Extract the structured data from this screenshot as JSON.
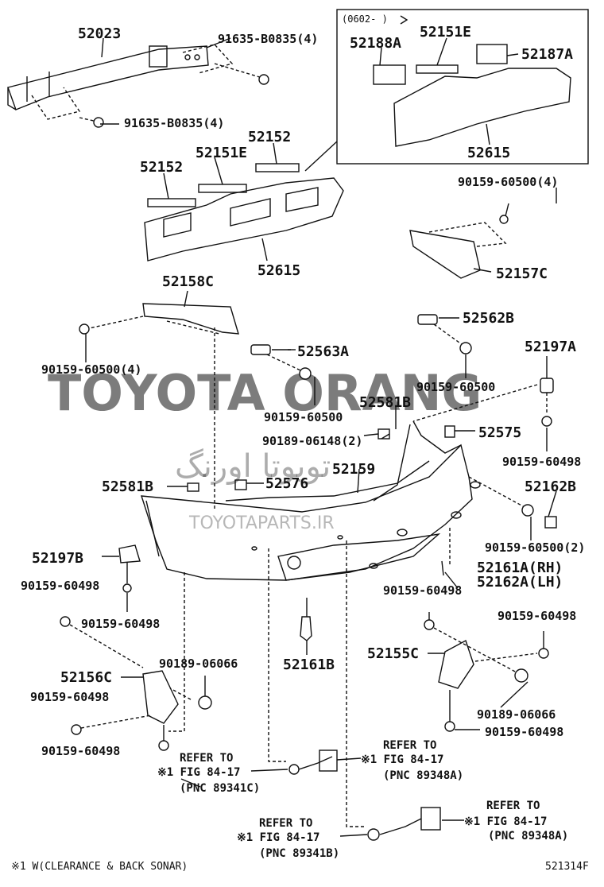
{
  "watermark": {
    "main": "TOYOTA ORANG",
    "arabic": "تویوتا اورنگ",
    "site": "TOYOTAPARTS.IR",
    "color": "#e8575a"
  },
  "inset": {
    "date_range": "(0602-   )"
  },
  "parts": {
    "p52023": "52023",
    "p91635_top": "91635-B0835(4)",
    "p91635_bot": "91635-B0835(4)",
    "p52188a": "52188A",
    "p52151e_inset": "52151E",
    "p52187a": "52187A",
    "p52615_inset": "52615",
    "p52152_a": "52152",
    "p52151e": "52151E",
    "p52152_b": "52152",
    "p52615": "52615",
    "p90159_60500_4a": "90159-60500(4)",
    "p52157c": "52157C",
    "p52158c": "52158C",
    "p90159_60500_4b": "90159-60500(4)",
    "p52563a": "52563A",
    "p52562b": "52562B",
    "p52197a": "52197A",
    "p90159_60500_a": "90159-60500",
    "p90159_60500_b": "90159-60500",
    "p52581b_a": "52581B",
    "p90189_06148": "90189-06148(2)",
    "p52575": "52575",
    "p52159": "52159",
    "p90159_60498_a": "90159-60498",
    "p52581b_b": "52581B",
    "p52576": "52576",
    "p52162b": "52162B",
    "p90159_60500_2": "90159-60500(2)",
    "p52197b": "52197B",
    "p52161a": "52161A(RH)",
    "p52162a": "52162A(LH)",
    "p90159_60498_b": "90159-60498",
    "p90159_60498_c": "90159-60498",
    "p90159_60498_d": "90159-60498",
    "p90159_60498_e": "90159-60498",
    "p52161b": "52161B",
    "p52155c": "52155C",
    "p90189_06066_a": "90189-06066",
    "p52156c": "52156C",
    "p90159_60498_f": "90159-60498",
    "p90189_06066_b": "90189-06066",
    "p90159_60498_g": "90159-60498",
    "p90159_60498_h": "90159-60498"
  },
  "refs": {
    "r1": {
      "l1": "REFER TO",
      "l2": "※1 FIG 84-17",
      "l3": "(PNC 89341C)"
    },
    "r2": {
      "l1": "REFER TO",
      "l2": "※1 FIG 84-17",
      "l3": "(PNC 89348A)"
    },
    "r3": {
      "l1": "REFER TO",
      "l2": "※1 FIG 84-17",
      "l3": "(PNC 89348A)"
    },
    "r4": {
      "l1": "REFER TO",
      "l2": "※1 FIG 84-17",
      "l3": "(PNC 89341B)"
    }
  },
  "footnote": "※1 W(CLEARANCE & BACK SONAR)",
  "diagram_id": "521314F"
}
